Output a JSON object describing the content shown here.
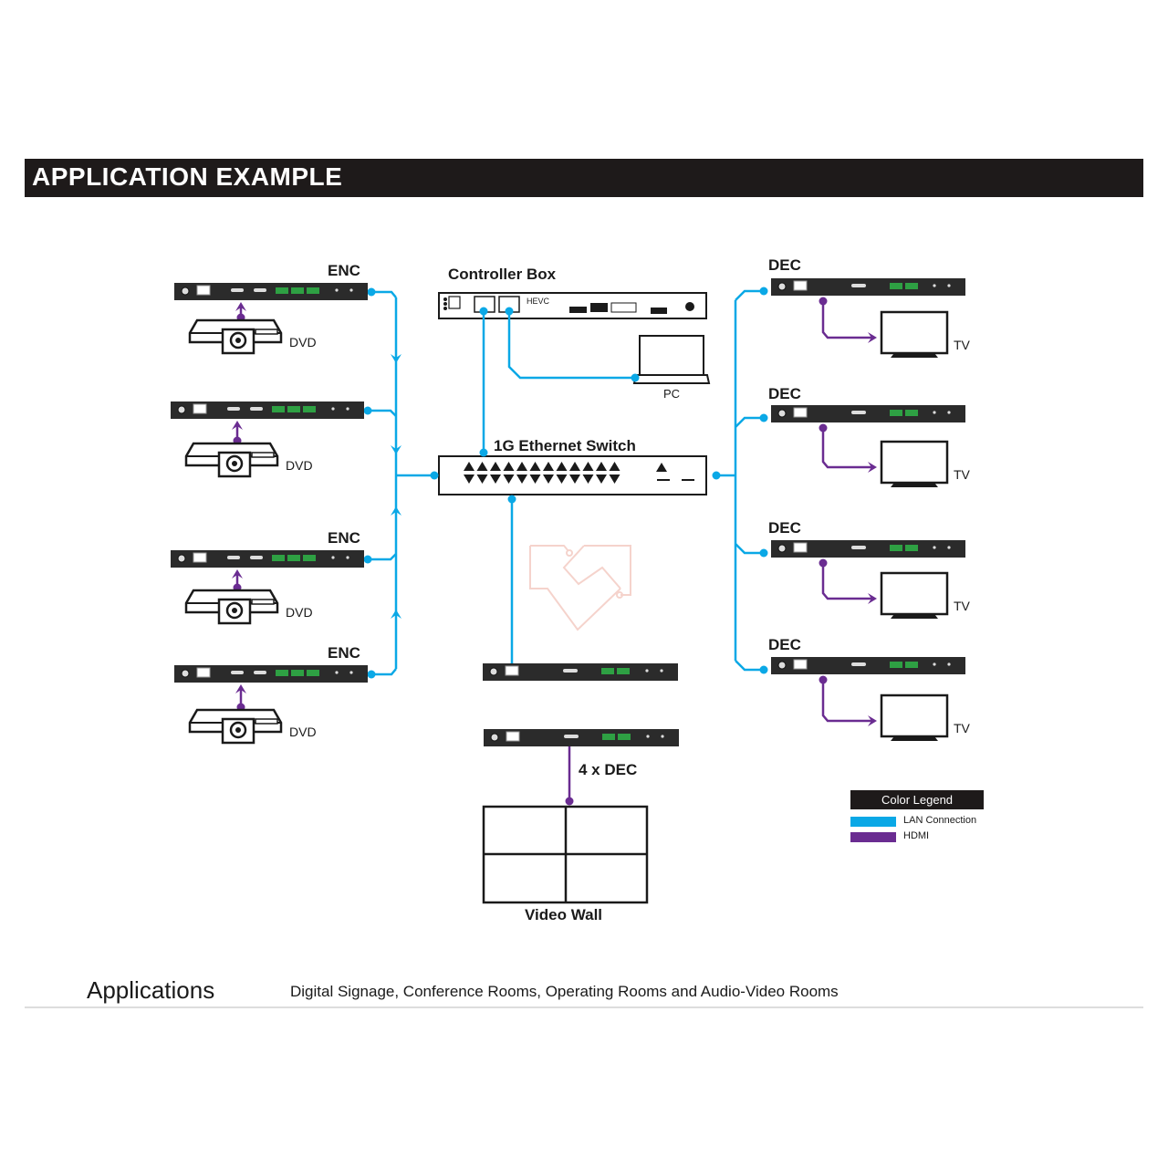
{
  "header": {
    "title": "APPLICATION EXAMPLE"
  },
  "diagram": {
    "controller": {
      "label": "Controller Box",
      "codec": "HEVC"
    },
    "switch": {
      "label": "1G Ethernet Switch"
    },
    "pc": {
      "label": "PC"
    },
    "encoders": [
      {
        "label": "ENC",
        "source": "DVD"
      },
      {
        "label": "",
        "source": "DVD"
      },
      {
        "label": "ENC",
        "source": "DVD"
      },
      {
        "label": "ENC",
        "source": "DVD"
      }
    ],
    "decoders": [
      {
        "label": "DEC",
        "sink": "TV"
      },
      {
        "label": "DEC",
        "sink": "TV"
      },
      {
        "label": "DEC",
        "sink": "TV"
      },
      {
        "label": "DEC",
        "sink": "TV"
      }
    ],
    "wall_decoders": {
      "label": "4 x DEC"
    },
    "video_wall": {
      "label": "Video Wall"
    }
  },
  "legend": {
    "title": "Color Legend",
    "items": [
      {
        "label": "LAN Connection",
        "color": "#0aa8e6"
      },
      {
        "label": "HDMI",
        "color": "#6a2c91"
      }
    ]
  },
  "colors": {
    "lan": "#0aa8e6",
    "hdmi": "#6a2c91",
    "header": "#1e1a1a",
    "device": "#2b2b2b",
    "terminal": "#2ea043"
  },
  "applications": {
    "label": "Applications",
    "text": "Digital Signage, Conference Rooms, Operating Rooms and Audio-Video Rooms"
  }
}
